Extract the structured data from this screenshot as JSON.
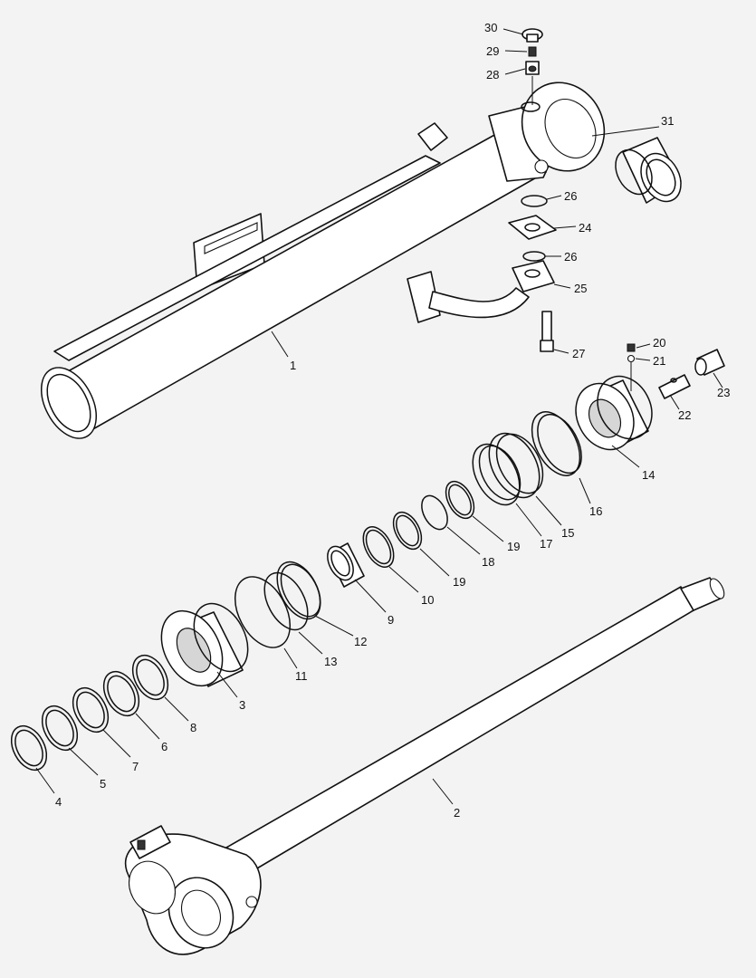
{
  "callouts": [
    {
      "id": "1",
      "text": "1"
    },
    {
      "id": "2",
      "text": "2"
    },
    {
      "id": "3",
      "text": "3"
    },
    {
      "id": "4",
      "text": "4"
    },
    {
      "id": "5",
      "text": "5"
    },
    {
      "id": "6",
      "text": "6"
    },
    {
      "id": "7",
      "text": "7"
    },
    {
      "id": "8",
      "text": "8"
    },
    {
      "id": "9",
      "text": "9"
    },
    {
      "id": "10",
      "text": "10"
    },
    {
      "id": "11",
      "text": "11"
    },
    {
      "id": "12",
      "text": "12"
    },
    {
      "id": "13",
      "text": "13"
    },
    {
      "id": "14",
      "text": "14"
    },
    {
      "id": "15",
      "text": "15"
    },
    {
      "id": "16",
      "text": "16"
    },
    {
      "id": "17",
      "text": "17"
    },
    {
      "id": "18",
      "text": "18"
    },
    {
      "id": "19a",
      "text": "19"
    },
    {
      "id": "19b",
      "text": "19"
    },
    {
      "id": "20",
      "text": "20"
    },
    {
      "id": "21",
      "text": "21"
    },
    {
      "id": "22",
      "text": "22"
    },
    {
      "id": "23",
      "text": "23"
    },
    {
      "id": "24",
      "text": "24"
    },
    {
      "id": "25",
      "text": "25"
    },
    {
      "id": "26a",
      "text": "26"
    },
    {
      "id": "26b",
      "text": "26"
    },
    {
      "id": "27",
      "text": "27"
    },
    {
      "id": "28",
      "text": "28"
    },
    {
      "id": "29",
      "text": "29"
    },
    {
      "id": "30",
      "text": "30"
    },
    {
      "id": "31",
      "text": "31"
    }
  ],
  "colors": {
    "background": "#f3f3f3",
    "line": "#111111",
    "part_fill": "#ffffff",
    "shade": "#d6d6d6"
  }
}
